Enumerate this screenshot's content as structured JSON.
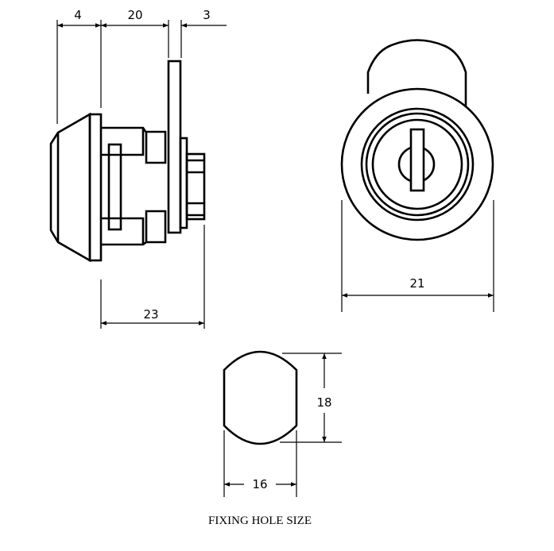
{
  "dimensions": {
    "knob_depth": "4",
    "body_length": "20",
    "plate_thickness": "3",
    "rear_length": "23",
    "face_diameter": "21",
    "hole_height": "18",
    "hole_width": "16"
  },
  "caption": "FIXING HOLE SIZE",
  "colors": {
    "line": "#000000",
    "background": "#ffffff"
  }
}
